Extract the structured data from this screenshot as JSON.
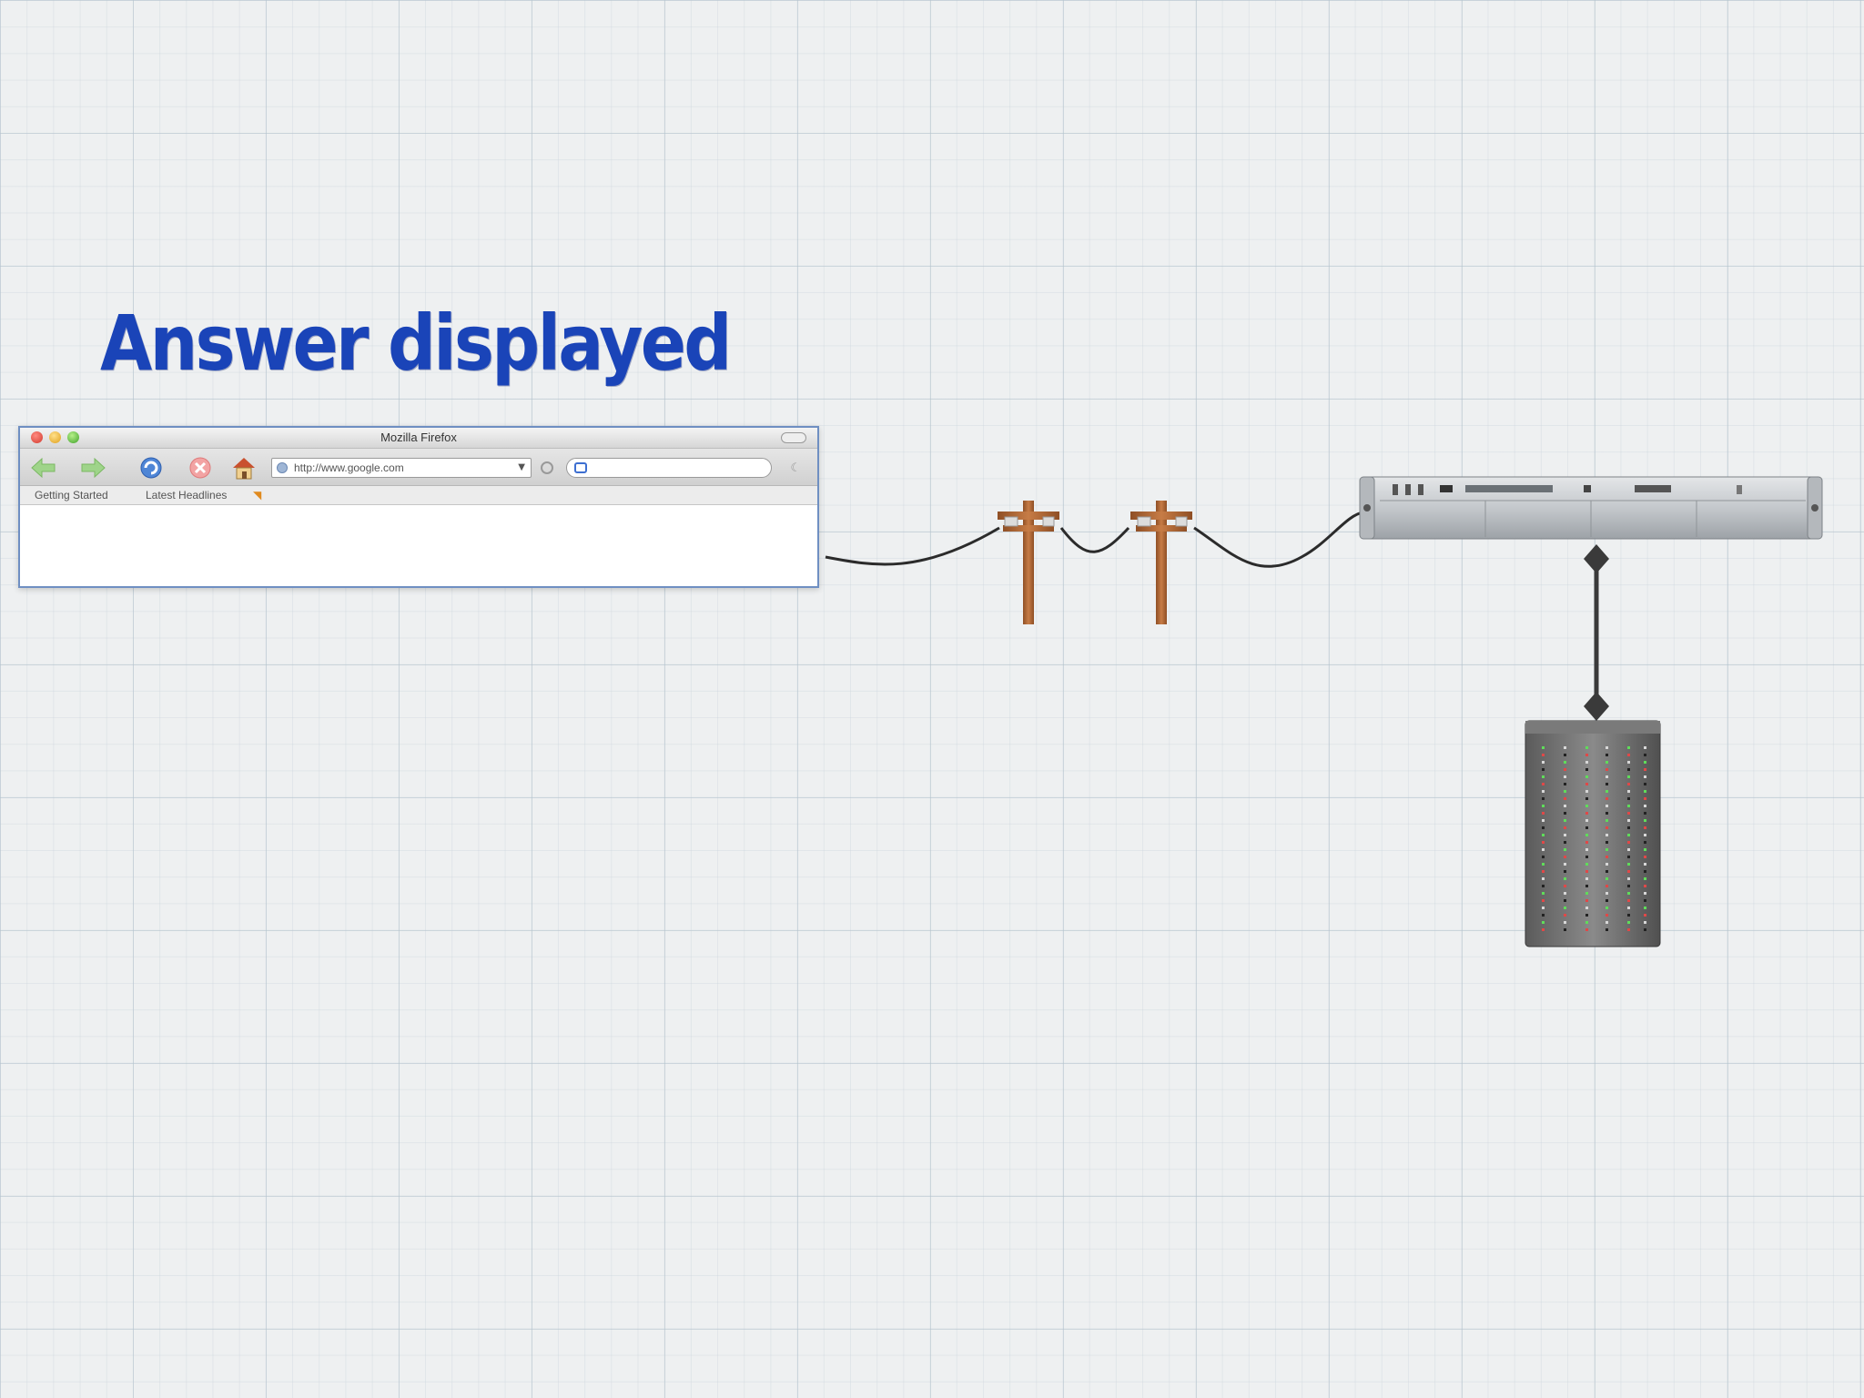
{
  "slide": {
    "title": "Answer displayed"
  },
  "browser": {
    "window_title": "Mozilla Firefox",
    "url": "http://www.google.com",
    "bookmarks": [
      "Getting Started",
      "Latest Headlines"
    ]
  },
  "colors": {
    "title": "#1a44b8",
    "browser_border": "#6f8fc2",
    "pole": "#b36a3a",
    "cable": "#2b2b2b"
  },
  "icons": [
    "back-arrow-icon",
    "forward-arrow-icon",
    "reload-icon",
    "stop-icon",
    "home-icon",
    "globe-icon",
    "dropdown-icon",
    "go-icon",
    "search-engine-icon",
    "throbber-icon",
    "rss-icon",
    "utility-pole-icon",
    "rack-server-icon",
    "storage-tower-icon"
  ]
}
